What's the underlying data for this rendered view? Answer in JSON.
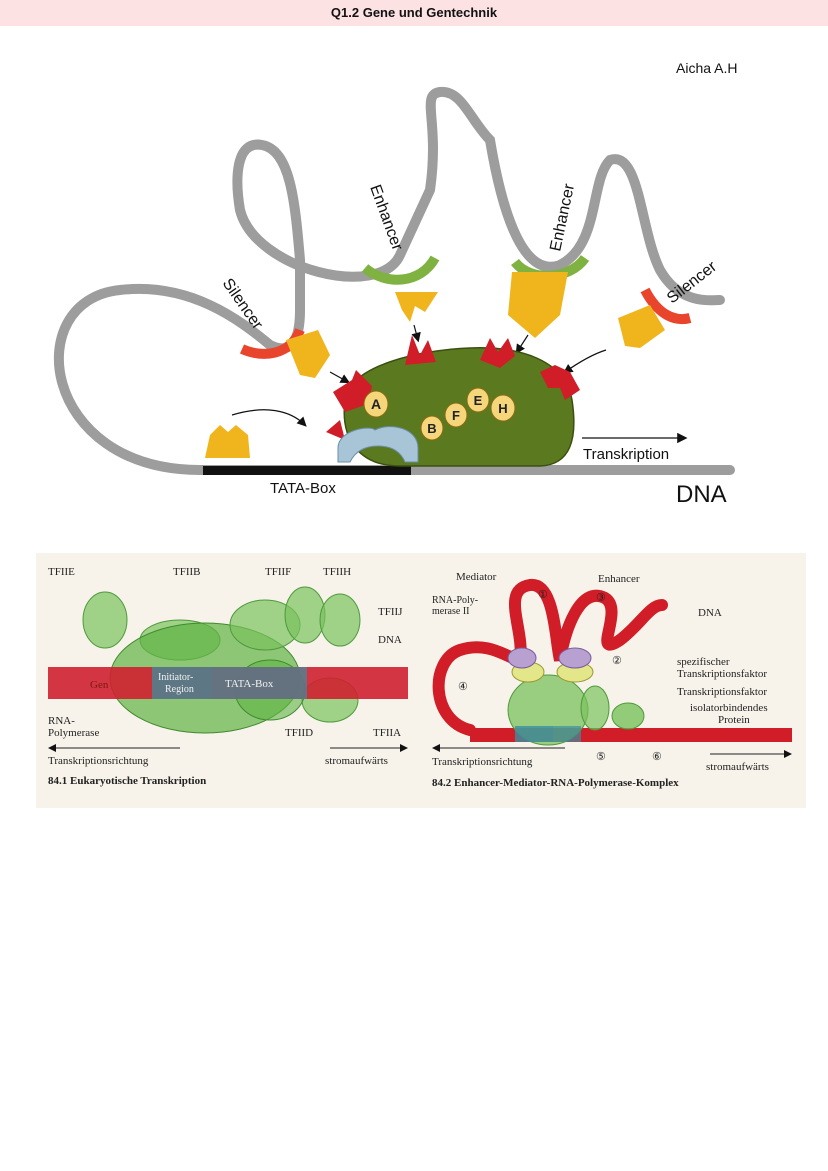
{
  "header": {
    "title": "Q1.2 Gene und Gentechnik"
  },
  "author": "Aicha A.H",
  "diagram1": {
    "labels": {
      "silencer_left": "Silencer",
      "enhancer_left": "Enhancer",
      "enhancer_right": "Enhancer",
      "silencer_right": "Silencer",
      "transkription": "Transkription",
      "tata_box": "TATA-Box",
      "dna": "DNA"
    },
    "factors": [
      "A",
      "B",
      "F",
      "E",
      "H"
    ],
    "colors": {
      "dna": "#9d9d9d",
      "silencer": "#e8452c",
      "enhancer": "#7fb241",
      "factor": "#f0b51c",
      "polymerase": "#5b7a1f",
      "tbp": "#a8c5d8",
      "tata": "#111111",
      "red": "#d11d27",
      "circle": "#f5d67b"
    }
  },
  "figure2": {
    "left": {
      "labels": {
        "tf2e": "TFIIE",
        "tf2b": "TFIIB",
        "tf2f": "TFIIF",
        "tf2h": "TFIIH",
        "tf2j": "TFIIJ",
        "dna": "DNA",
        "gen": "Gen",
        "initiator_line1": "Initiator-",
        "initiator_line2": "Region",
        "tata_box": "TATA-Box",
        "rna_line1": "RNA-",
        "rna_line2": "Polymerase",
        "tf2d": "TFIID",
        "tf2a": "TFIIA",
        "direction": "Transkriptionsrichtung",
        "upstream": "stromaufwärts",
        "caption": "84.1 Eukaryotische Transkription"
      }
    },
    "right": {
      "labels": {
        "mediator": "Mediator",
        "enhancer": "Enhancer",
        "rna_line1": "RNA-Poly-",
        "rna_line2": "merase II",
        "dna": "DNA",
        "spez_line1": "spezifischer",
        "spez_line2": "Transkriptionsfaktor",
        "tf": "Transkriptionsfaktor",
        "iso_line1": "isolatorbindendes",
        "iso_line2": "Protein",
        "direction": "Transkriptionsrichtung",
        "upstream": "stromaufwärts",
        "caption": "84.2 Enhancer-Mediator-RNA-Polymerase-Komplex",
        "n1": "①",
        "n2": "②",
        "n3": "③",
        "n4": "④",
        "n5": "⑤",
        "n6": "⑥"
      }
    }
  }
}
